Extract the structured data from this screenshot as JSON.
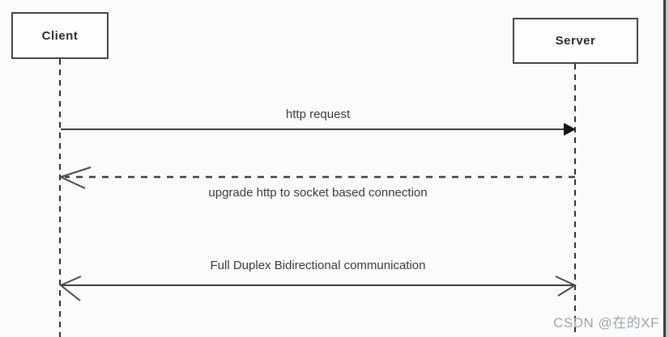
{
  "diagram": {
    "type": "sequence-diagram",
    "actors": [
      {
        "id": "client",
        "label": "Client"
      },
      {
        "id": "server",
        "label": "Server"
      }
    ],
    "messages": [
      {
        "label": "http request",
        "from": "client",
        "to": "server",
        "line_style": "solid",
        "arrowhead": "filled"
      },
      {
        "label": "upgrade http to socket based connection",
        "from": "server",
        "to": "client",
        "line_style": "dashed",
        "arrowhead": "open"
      },
      {
        "label": "Full Duplex Bidirectional communication",
        "from": "client",
        "to": "server",
        "line_style": "solid",
        "arrowhead": "open-both-ends"
      }
    ],
    "watermark": "CSDN @在的XF",
    "colors": {
      "background": "#fbfbfb",
      "box_border": "#474747",
      "line": "#3d3d3d",
      "text": "#2d2d2d",
      "watermark": "#a0a4ab",
      "edge_strip_dark": "#3c3c3c",
      "edge_strip_gray": "#c7c7c7"
    }
  }
}
